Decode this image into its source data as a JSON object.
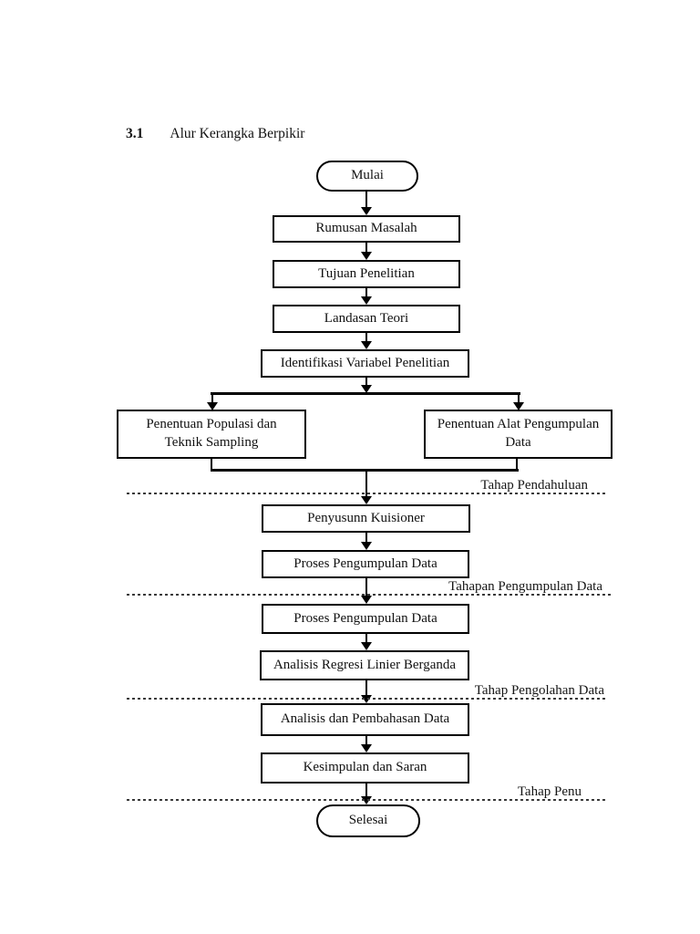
{
  "heading": {
    "number": "3.1",
    "title": "Alur Kerangka Berpikir"
  },
  "flow": {
    "start": "Mulai",
    "steps": {
      "rumusan_masalah": "Rumusan Masalah",
      "tujuan_penelitian": "Tujuan Penelitian",
      "landasan_teori": "Landasan Teori",
      "identifikasi_variabel": "Identifikasi Variabel Penelitian",
      "penentuan_populasi": "Penentuan Populasi dan Teknik Sampling",
      "penentuan_alat": "Penentuan Alat Pengumpulan Data",
      "penyusunn_kuisioner": "Penyusunn Kuisioner",
      "proses_pengumpulan_1": "Proses Pengumpulan Data",
      "proses_pengumpulan_2": "Proses Pengumpulan Data",
      "analisis_regresi": "Analisis Regresi Linier Berganda",
      "analisis_pembahasan": "Analisis dan Pembahasan Data",
      "kesimpulan_saran": "Kesimpulan dan Saran"
    },
    "end": "Selesai",
    "phases": {
      "pendahuluan": "Tahap Pendahuluan",
      "pengumpulan": "Tahapan Pengumpulan Data",
      "pengolahan": "Tahap Pengolahan Data",
      "penutup_truncated": "Tahap Penu"
    },
    "colors": {
      "line": "#000000",
      "text": "#111111",
      "background": "#ffffff"
    }
  }
}
